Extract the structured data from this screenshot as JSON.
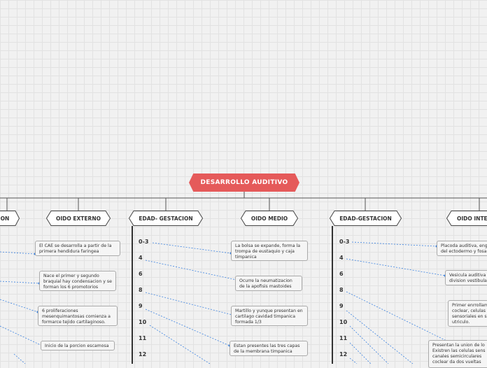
{
  "root": {
    "label": "DESARROLLO AUDITIVO"
  },
  "branches": [
    {
      "id": "left-cut",
      "label": "ON"
    },
    {
      "id": "oido-externo",
      "label": "OIDO EXTERNO"
    },
    {
      "id": "edad-gestacion-1",
      "label": "EDAD- GESTACION"
    },
    {
      "id": "oido-medio",
      "label": "OIDO MEDIO"
    },
    {
      "id": "edad-gestacion-2",
      "label": "EDAD-GESTACION"
    },
    {
      "id": "oido-interno",
      "label": "OIDO INTE"
    }
  ],
  "timeline_ticks": [
    "0-3",
    "4",
    "6",
    "8",
    "9",
    "10",
    "11",
    "12"
  ],
  "notes_externo": [
    "El CAE se desarrolla a partir de la primera hendidura faringea",
    "Nace el primer y segundo braquial hay condensacion y se forman los 6 promotorios",
    "6 proliferaciones mesenquimantosas comienza a formarce tejido cartilaginoso.",
    "Inicio de la porcion escamosa"
  ],
  "notes_medio": [
    "La bolsa se expande, forma la trompa de eustaquio y caja timpanica",
    "Ocurre la neumatizacion de la apofisis mastoides",
    "Martillo y yunque  presentan en cartilago cavidad timpanica formada 1/3",
    "Estan presentes las tres capas de la membrana timpanica"
  ],
  "notes_interno": [
    "Placoda auditiva, eng del ectodermo y fosa",
    "Vesicula auditiva division vestibula",
    "Primer enrrollam coclear, celulas sensoriales en s utriculo.",
    "Presentan la union de lo Existren las celulas sens canales semicirculares coclear da dos vueltas"
  ]
}
